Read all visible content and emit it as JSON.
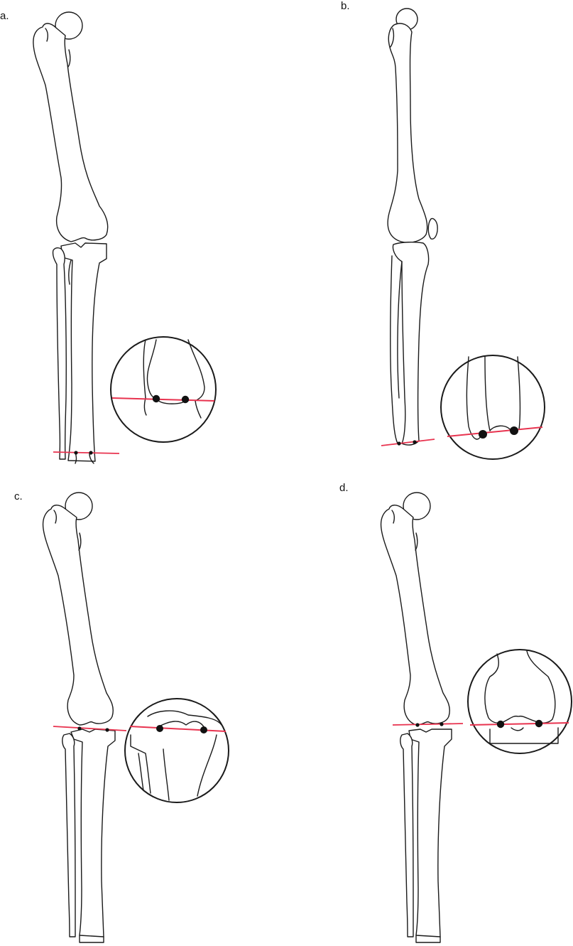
{
  "panels": {
    "a": {
      "label": "a."
    },
    "b": {
      "label": "b."
    },
    "c": {
      "label": "c."
    },
    "d": {
      "label": "d."
    }
  },
  "colors": {
    "reference_line": "#e8334f",
    "outline": "#1a1a1a",
    "landmark": "#111111",
    "background": "#ffffff"
  }
}
